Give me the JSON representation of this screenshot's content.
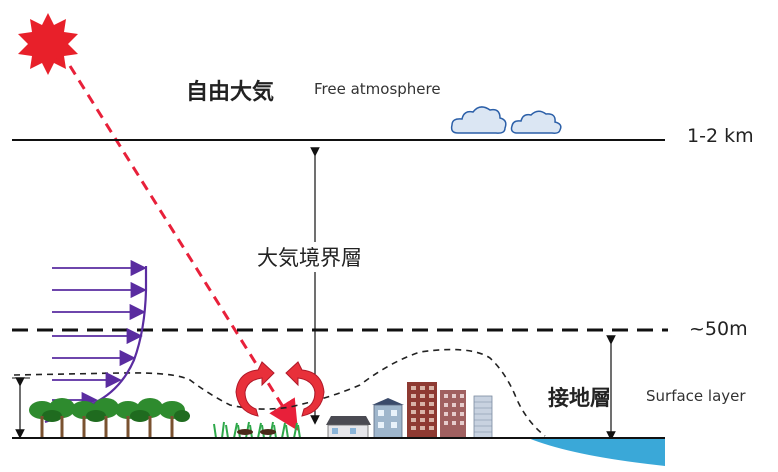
{
  "labels": {
    "free_atmosphere_jp": "自由大気",
    "free_atmosphere_en": "Free atmosphere",
    "boundary_layer_jp": "大気境界層",
    "surface_layer_jp": "接地層",
    "surface_layer_en": "Surface layer",
    "top_altitude": "1-2 km",
    "surface_altitude": "~50m"
  },
  "icons": [
    "sun-icon",
    "cloud-icon",
    "tree-icon",
    "grass-icon",
    "house-icon",
    "building-icon",
    "water-icon",
    "curved-arrow-icon"
  ],
  "colors": {
    "sun": "#e8202a",
    "sun_ray_dashed": "#e8203a",
    "wind_profile": "#5a2ca0",
    "turbulence_arrows": "#e8303a",
    "cloud_fill": "#dbe6f3",
    "cloud_stroke": "#2b5fa8",
    "water": "#3aa8d8",
    "vegetation": "#2e8b2e"
  }
}
